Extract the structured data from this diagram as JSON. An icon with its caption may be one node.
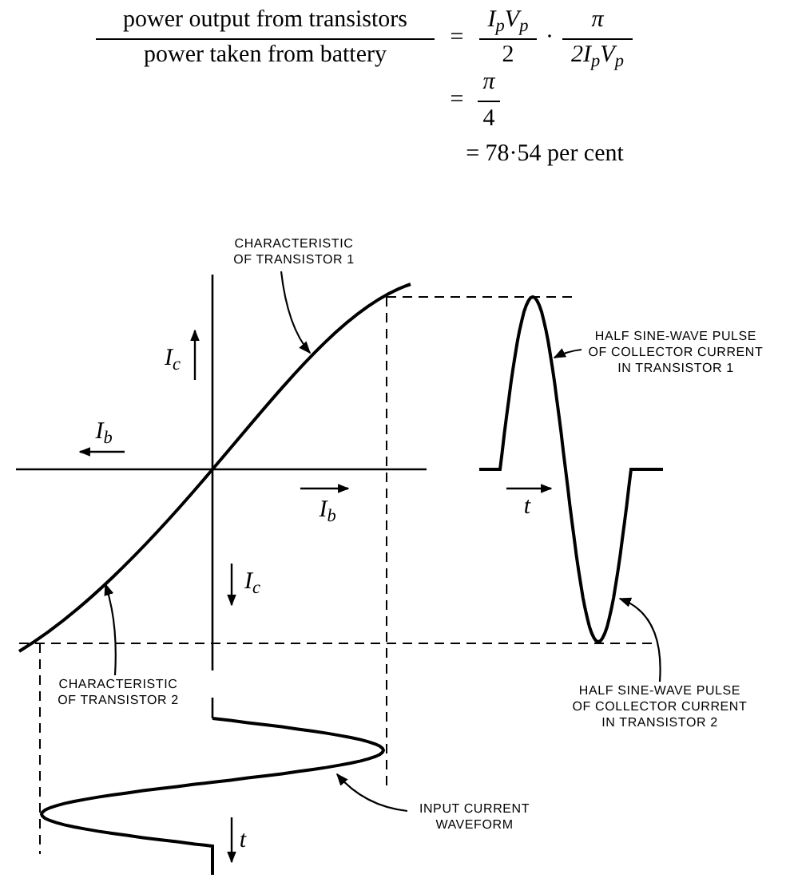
{
  "diagram": {
    "nodes": [
      {
        "text": [
          "CHARACTERISTIC OF TRANSISTOR 1"
        ]
      },
      {
        "text": [],
        "shape": "curve"
      },
      {
        "text": [
          "HALF SINE-WAVE PULSE OF COLLECTOR CURRENT IN TRANSISTOR 1"
        ]
      },
      {
        "text": [],
        "shape": "curve"
      },
      {
        "text": [
          "CHARACTERISTIC OF TRANSISTOR 2"
        ]
      },
      {
        "text": [
          "HALF SINE-WAVE PULSE OF COLLECTOR CURRENT IN TRANSISTOR 2"
        ]
      },
      {
        "text": [],
        "shape": "curve"
      },
      {
        "text": [
          "INPUT CURRENT WAVEFORM"
        ]
      }
    ],
    "edges": [
      {
        "from": 0,
        "to": 1,
        "arrow": "to"
      },
      {
        "from": 2,
        "to": 3,
        "arrow": "to"
      },
      {
        "from": 4,
        "to": 1,
        "arrow": "to"
      },
      {
        "from": 5,
        "to": 3,
        "arrow": "to"
      },
      {
        "from": 7,
        "to": 6,
        "arrow": "to"
      },
      {
        "from": 1,
        "to": 3,
        "arrow": "none",
        "style": "dashed"
      },
      {
        "from": 1,
        "to": 6,
        "arrow": "none",
        "style": "dashed"
      },
      {
        "from": 1,
        "to": 3,
        "arrow": "none",
        "style": "dashed"
      },
      {
        "from": 1,
        "to": 6,
        "arrow": "none",
        "style": "dashed"
      }
    ],
    "labels": [
      "power output from transistors",
      "power taken from battery",
      "=",
      "I$_{p}$V$_{p}$",
      "2",
      "·",
      "π",
      "2I$_{p}$V$_{p}$",
      "=",
      "π",
      "4",
      "= 78·54 per cent",
      "I$_{c}$",
      "I$_{b}$",
      "I$_{b}$",
      "I$_{c}$",
      "t",
      "t"
    ]
  }
}
